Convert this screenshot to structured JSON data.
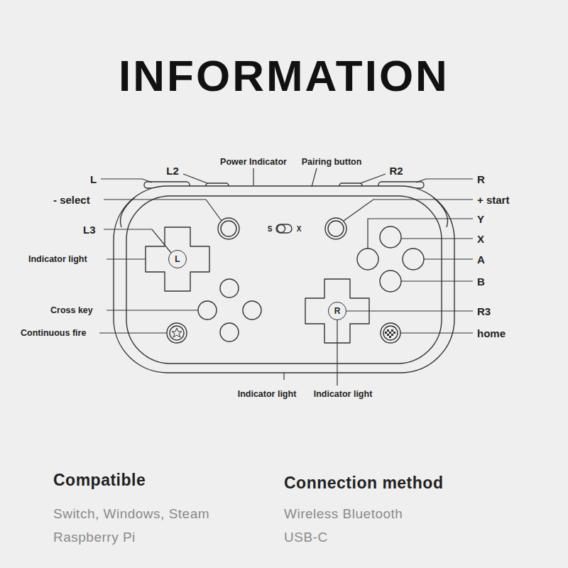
{
  "diagram": {
    "title": "INFORMATION",
    "nodes": [
      {
        "text": [
          "L"
        ]
      },
      {
        "text": [
          "R"
        ]
      }
    ],
    "labels": [
      "L",
      "L2",
      "Power Indicator",
      "Pairing button",
      "R2",
      "R",
      "- select",
      "+ start",
      "S",
      "X",
      "L3",
      "Y",
      "Indicator light",
      "X",
      "A",
      "B",
      "Cross key",
      "R3",
      "Continuous fire",
      "home",
      "Indicator light",
      "Indicator light",
      "Compatible",
      "Switch, Windows, Steam",
      "Raspberry Pi",
      "Connection method",
      "Wireless Bluetooth",
      "USB-C"
    ]
  }
}
